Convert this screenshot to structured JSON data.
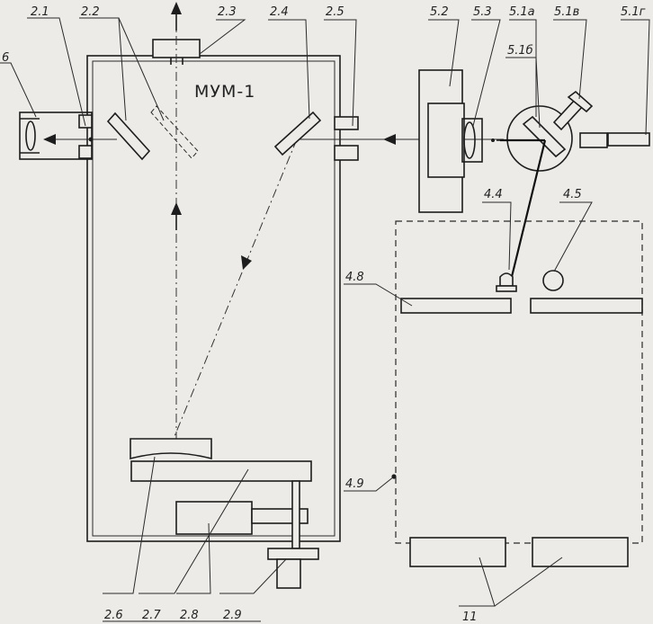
{
  "title": "МУМ-1",
  "labels": {
    "l6": "6",
    "l21": "2.1",
    "l22": "2.2",
    "l23": "2.3",
    "l24": "2.4",
    "l25": "2.5",
    "l52": "5.2",
    "l53": "5.3",
    "l51a": "5.1а",
    "l51v": "5.1в",
    "l51g": "5.1г",
    "l51b": "5.1б",
    "l44": "4.4",
    "l45": "4.5",
    "l48": "4.8",
    "l49": "4.9",
    "l26": "2.6",
    "l27": "2.7",
    "l28": "2.8",
    "l29": "2.9",
    "l11": "11"
  }
}
